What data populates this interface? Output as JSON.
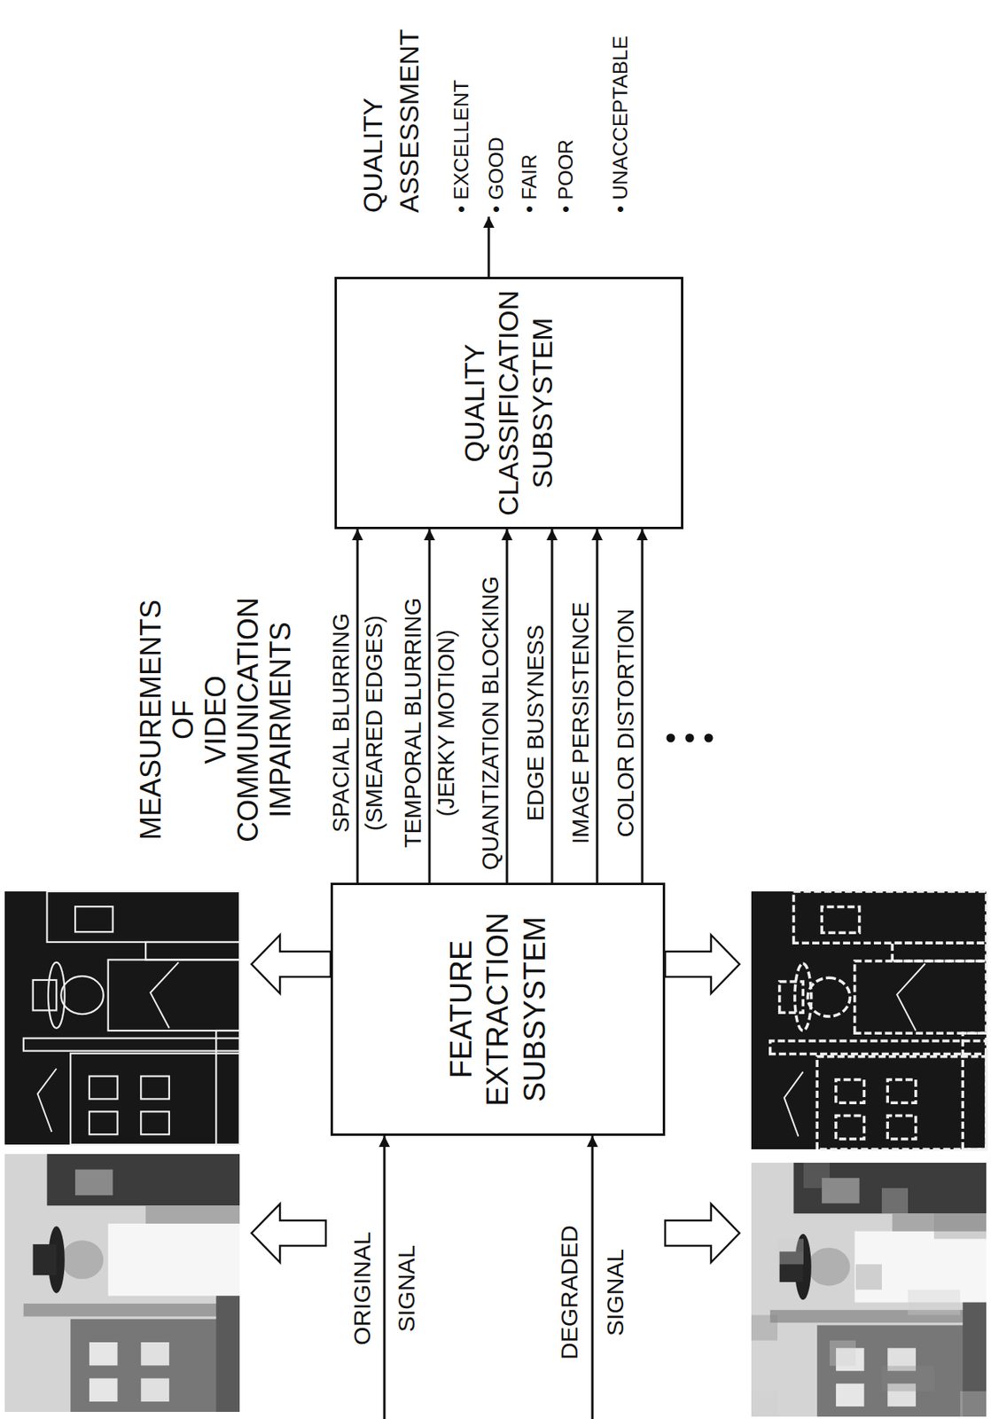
{
  "diagram": {
    "nodes": [
      {
        "text": [
          "FEATURE EXTRACTION SUBSYSTEM"
        ]
      },
      {
        "text": [
          "QUALITY CLASSIFICATION SUBSYSTEM"
        ]
      }
    ],
    "edges": [
      {
        "from": 0,
        "to": 1,
        "arrow": "to",
        "label": "SPACIAL BLURRING"
      },
      {
        "from": 0,
        "to": 1,
        "arrow": "to",
        "label": "TEMPORAL BLURRING"
      },
      {
        "from": 0,
        "to": 1,
        "arrow": "to",
        "label": "QUANTIZATION BLOCKING"
      },
      {
        "from": 0,
        "to": 1,
        "arrow": "to",
        "label": "EDGE BUSYNESS"
      },
      {
        "from": 0,
        "to": 1,
        "arrow": "to",
        "label": "IMAGE PERSISTENCE"
      },
      {
        "from": 0,
        "to": 1,
        "arrow": "to",
        "label": "COLOR DISTORTION"
      }
    ],
    "labels": [
      "MEASUREMENTS OF VIDEO COMMUNICATION IMPAIRMENTS",
      "ORIGINAL SIGNAL",
      "DEGRADED SIGNAL",
      "(SMEARED EDGES)",
      "(JERKY MOTION)",
      "QUALITY ASSESSMENT",
      "• EXCELLENT",
      "• GOOD",
      "• FAIR",
      "• POOR",
      "• UNACCEPTABLE"
    ]
  }
}
